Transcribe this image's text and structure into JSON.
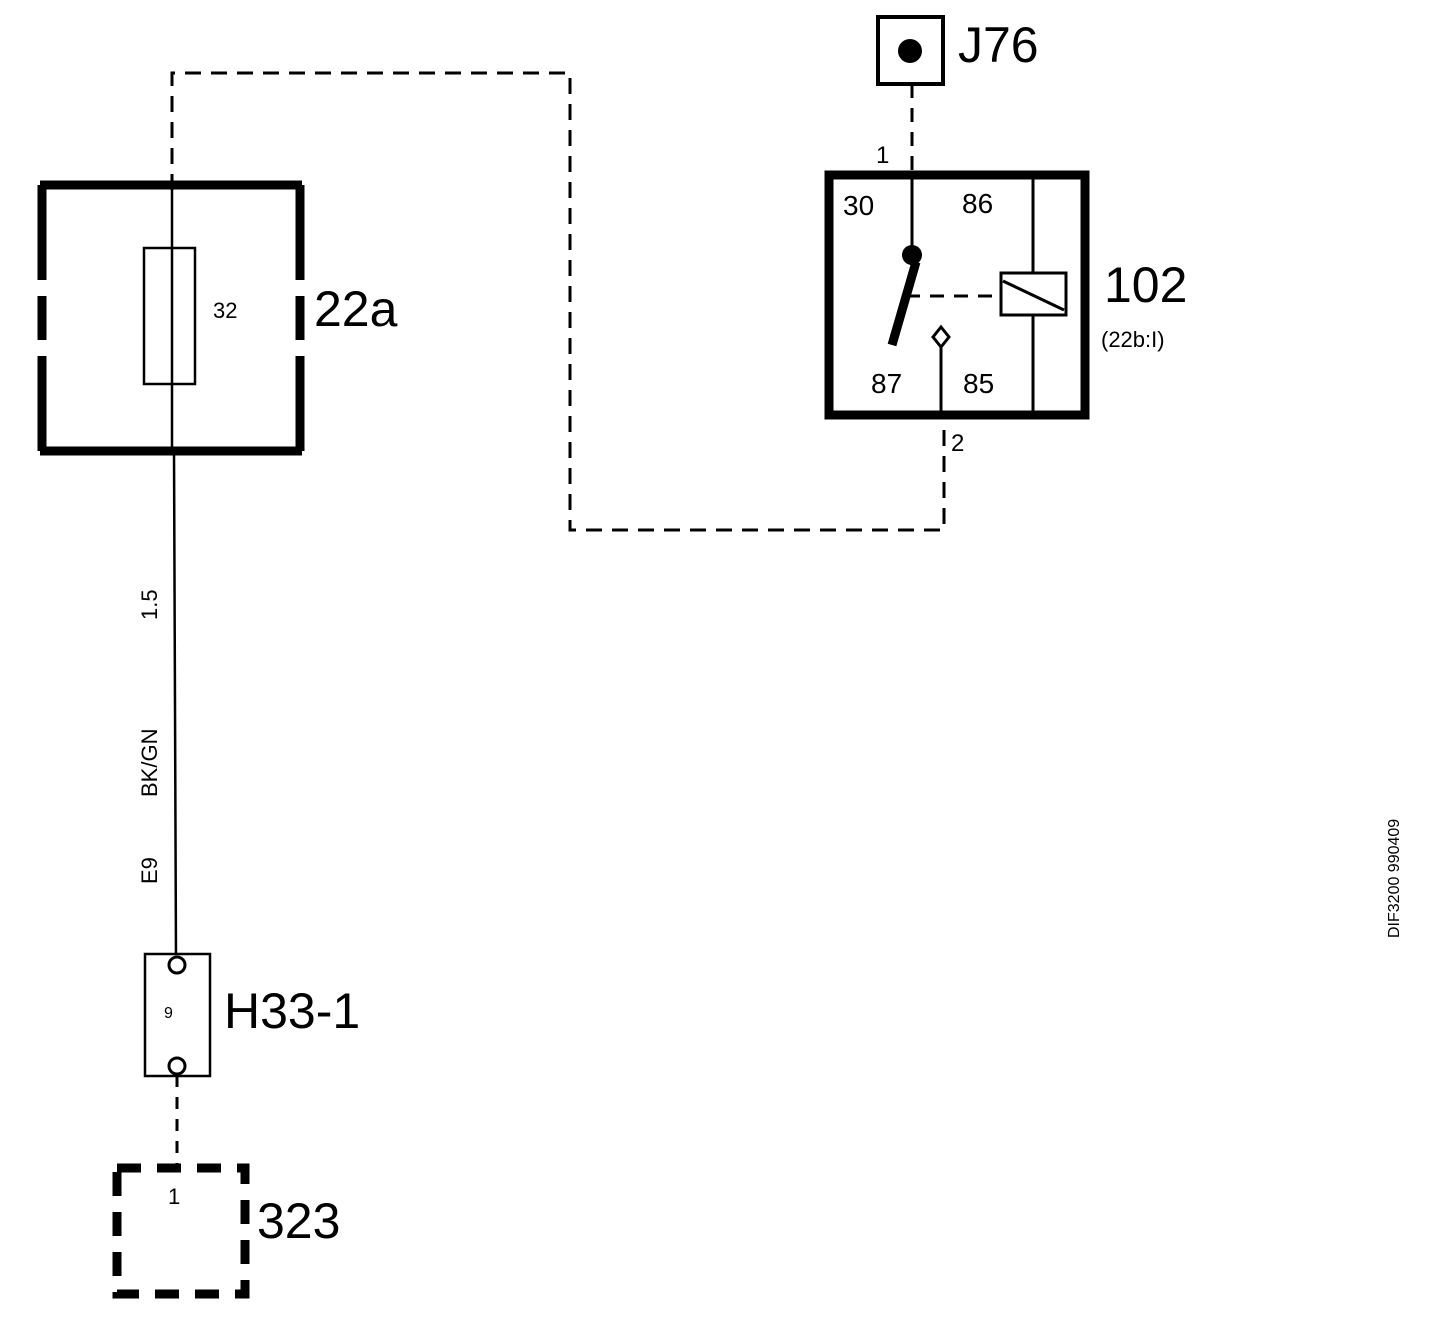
{
  "components": {
    "fuse_block": {
      "id": "22a",
      "fuse_number": "32"
    },
    "relay": {
      "id": "102",
      "sub": "(22b:I)",
      "pin_30": "30",
      "pin_86": "86",
      "pin_87": "87",
      "pin_85": "85"
    },
    "ground": {
      "id": "J76"
    },
    "connector": {
      "id": "H33-1",
      "pin": "9"
    },
    "device": {
      "id": "323",
      "pin": "1"
    }
  },
  "wires": {
    "main": {
      "size": "1.5",
      "color": "BK/GN",
      "code": "E9"
    },
    "relay_pin_top": "1",
    "relay_pin_bottom": "2"
  },
  "drawing_ref": "DIF3200 990409",
  "colors": {
    "line": "#000000",
    "background": "#ffffff"
  }
}
